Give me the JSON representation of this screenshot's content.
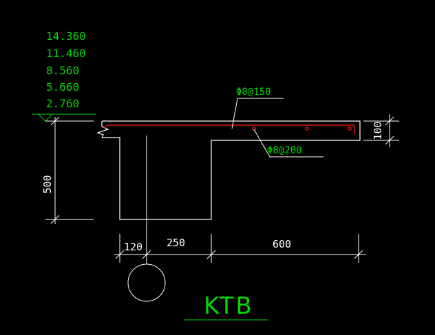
{
  "drawing": {
    "elevations": [
      "14.360",
      "11.460",
      "8.560",
      "5.660",
      "2.760"
    ],
    "rebar_top": "Φ8@150",
    "rebar_bottom": "Φ8@200",
    "dims": {
      "height": "500",
      "slab_thickness": "100",
      "d120": "120",
      "d250": "250",
      "d600": "600"
    },
    "title": "KTB"
  },
  "colors": {
    "background": "#000000",
    "outline": "#ffffff",
    "text_green": "#00d800",
    "rebar_red": "#ff2020"
  }
}
